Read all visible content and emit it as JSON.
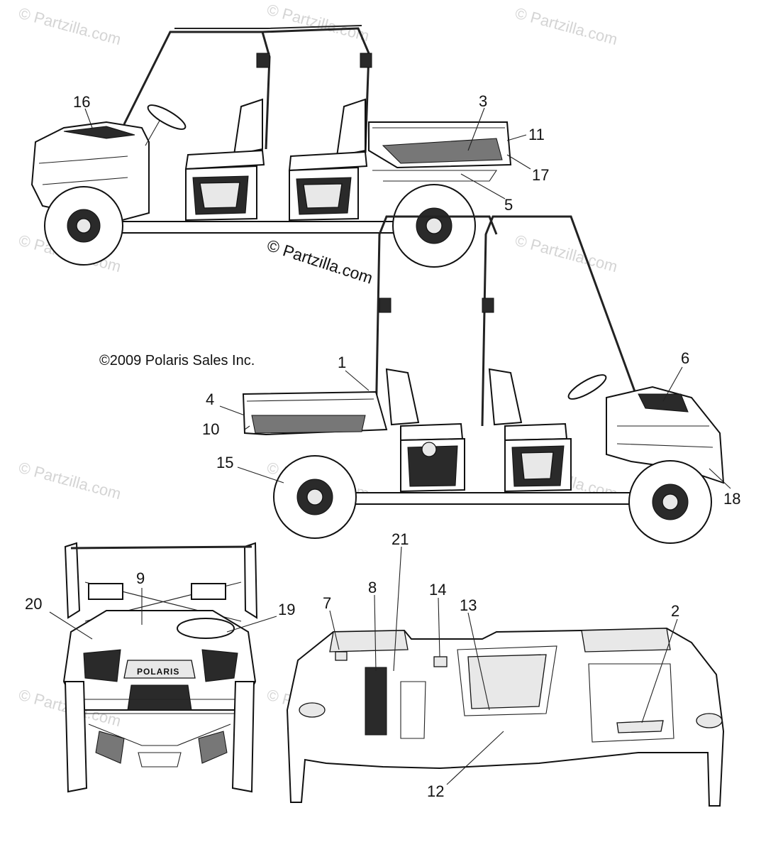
{
  "copyright_notice": "©2009 Polaris Sales Inc.",
  "center_watermark": "© Partzilla.com",
  "background_watermark": "© Partzilla.com",
  "grille_text": "POLARIS",
  "callouts": {
    "c1": "1",
    "c2": "2",
    "c3": "3",
    "c4": "4",
    "c5": "5",
    "c6": "6",
    "c7": "7",
    "c8": "8",
    "c9": "9",
    "c10": "10",
    "c11": "11",
    "c12": "12",
    "c13": "13",
    "c14": "14",
    "c15": "15",
    "c16": "16",
    "c17": "17",
    "c18": "18",
    "c19": "19",
    "c20": "20",
    "c21": "21"
  }
}
